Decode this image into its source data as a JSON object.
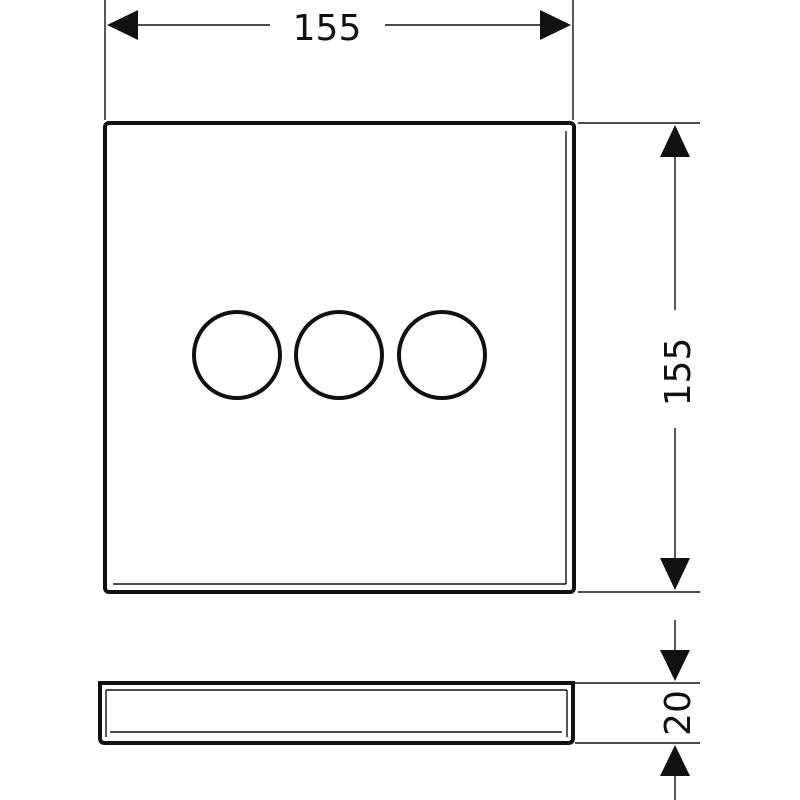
{
  "dimensions": {
    "width_label": "155",
    "height_label": "155",
    "depth_label": "20"
  },
  "buttons": [
    {
      "id": "button-1"
    },
    {
      "id": "button-2"
    },
    {
      "id": "button-3"
    }
  ],
  "colors": {
    "line": "#111111",
    "background": "#ffffff"
  }
}
